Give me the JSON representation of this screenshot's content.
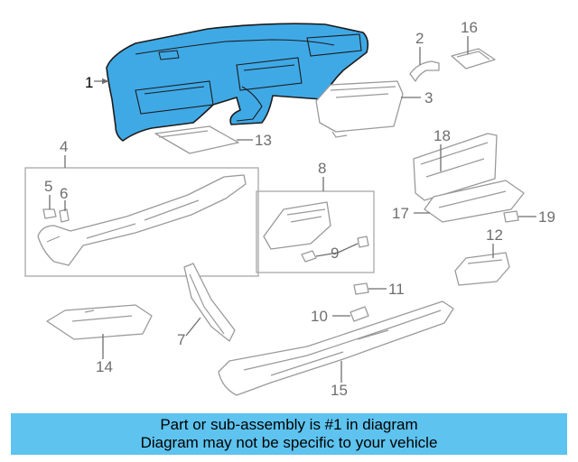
{
  "diagram": {
    "highlight_color": "#3fa9e6",
    "line_color": "#9a9a9a",
    "callouts": [
      "1",
      "2",
      "3",
      "4",
      "5",
      "6",
      "7",
      "8",
      "9",
      "10",
      "11",
      "12",
      "13",
      "14",
      "15",
      "16",
      "17",
      "18",
      "19"
    ]
  },
  "banner": {
    "color": "#5ec3ee",
    "line1": "Part or sub-assembly is #1 in diagram",
    "line2": "Diagram may not be specific to your vehicle"
  }
}
